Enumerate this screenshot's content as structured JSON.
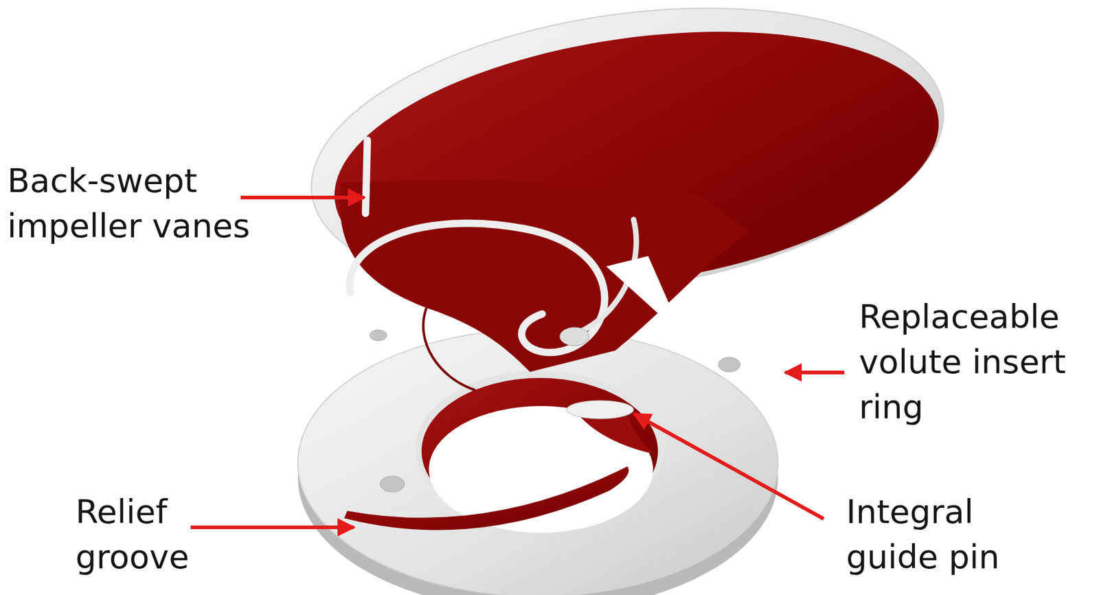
{
  "diagram": {
    "labels": [
      "Back-swept impeller vanes",
      "Replaceable volute insert ring",
      "Relief groove",
      "Integral guide pin"
    ]
  }
}
